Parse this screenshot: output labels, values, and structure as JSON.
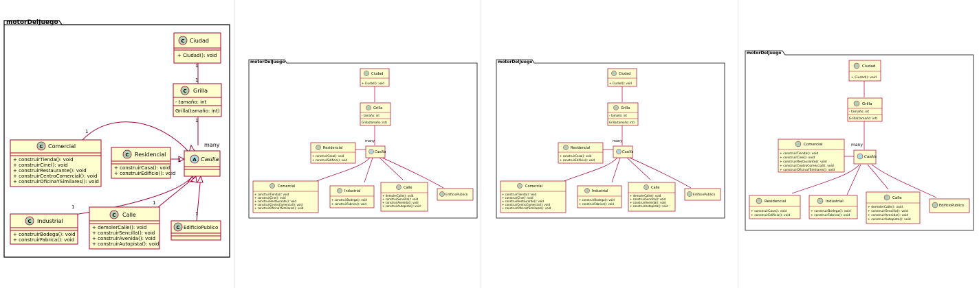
{
  "package_name": "motorDelJuego",
  "stereotype_class": "C",
  "stereotype_abstract": "A",
  "colors": {
    "border": "#a80036",
    "fill": "#fefece",
    "circle_class": "#add1b2",
    "circle_abstract": "#a9dcdf",
    "frame": "#000000"
  },
  "classes": {
    "ciudad": {
      "name": "Ciudad",
      "methods": [
        "+ Ciudad(): void"
      ]
    },
    "grilla": {
      "name": "Grilla",
      "fields": [
        "- tamaño: int"
      ],
      "methods": [
        "Grilla(tamaño: int)"
      ]
    },
    "casilla": {
      "name": "Casilla"
    },
    "comercial": {
      "name": "Comercial",
      "methods": [
        "+ construirTienda(): void",
        "+ construirCine(): void",
        "+ construirRestaurante(): void",
        "+ construirCentroComercial(): void",
        "+ construirOficinaYSimilares(): void"
      ]
    },
    "residencial": {
      "name": "Residencial",
      "methods": [
        "+ construirCasa(): void",
        "+ construirEdificio(): void"
      ]
    },
    "industrial": {
      "name": "Industrial",
      "methods": [
        "+ construirBodega(): void",
        "+ construirFabrica(): void"
      ]
    },
    "calle": {
      "name": "Calle",
      "methods": [
        "+ demolerCalle(): void",
        "+ construirSencilla(): void",
        "+ construirAvenida(): void",
        "+ construirAutopista(): void"
      ]
    },
    "edificio": {
      "name": "EdificioPublico"
    }
  },
  "multiplicities": {
    "one": "1",
    "many": "many"
  }
}
